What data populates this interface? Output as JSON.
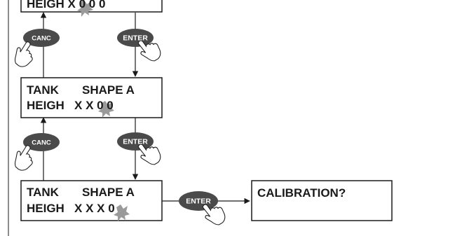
{
  "top_display": {
    "line2": "HEIGH   X 0 0 0"
  },
  "display_2": {
    "line1": "TANK       SHAPE A",
    "line2": "HEIGH   X X 0 0"
  },
  "display_3": {
    "line1": "TANK       SHAPE A",
    "line2": "HEIGH   X X X 0"
  },
  "result_display": {
    "text": "CALIBRATION?"
  },
  "buttons": {
    "canc": "CANC",
    "enter": "ENTER"
  },
  "colors": {
    "button": "#4a4a4a",
    "cursor": "#9a9a9a",
    "line": "#1a1a1a"
  }
}
